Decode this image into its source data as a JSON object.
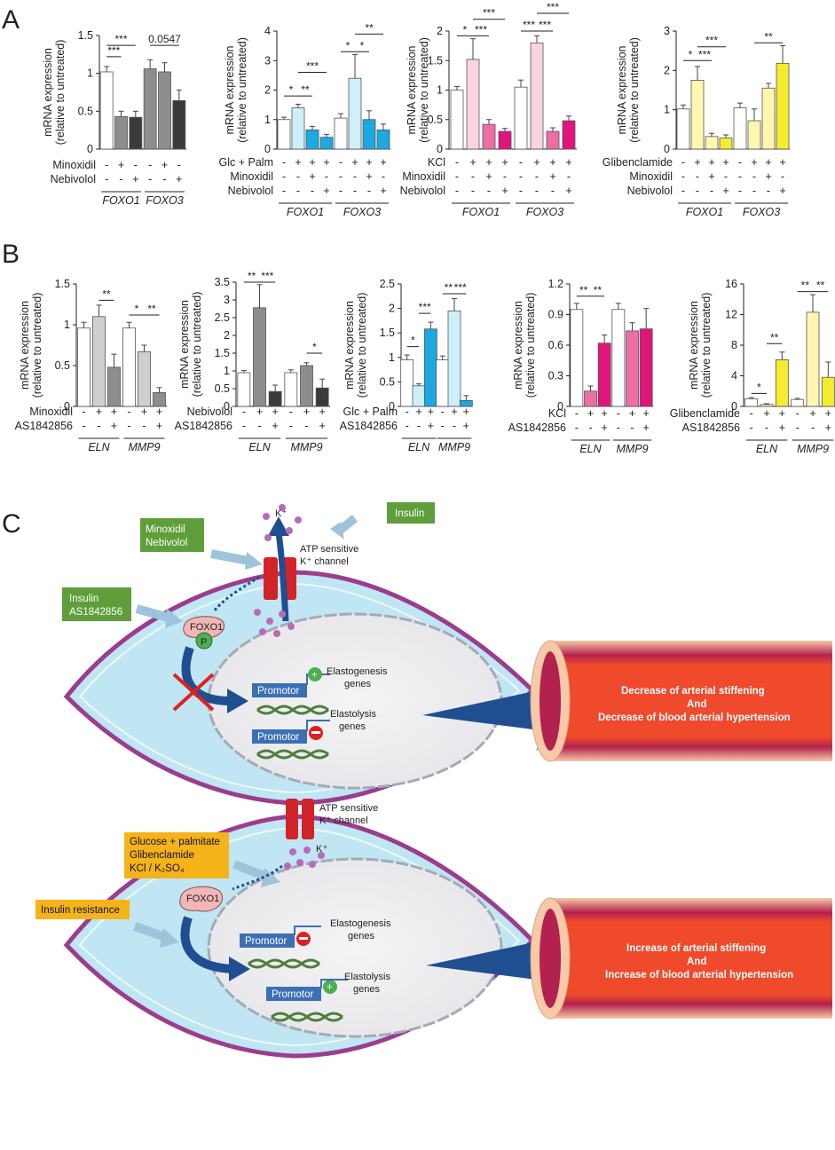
{
  "panel_letters": {
    "a": "A",
    "b": "B",
    "c": "C"
  },
  "ylabel_line1": "mRNA expression",
  "ylabel_line2": "(relative  to untreated)",
  "colors": {
    "white": "#ffffff",
    "lightgray": "#cfcfcf",
    "gray": "#8d8d8d",
    "darkgray": "#3a3a3a",
    "lightblue": "#cdeffa",
    "blue": "#1aa9e0",
    "lightpink": "#f8d3e0",
    "pink": "#ec6fa4",
    "magenta": "#e0157c",
    "lightyellow": "#fff6b0",
    "yellow": "#f5ec2f",
    "cell": "#bfe6f2",
    "membrane": "#9b3d8e",
    "arrow": "#1f4f91",
    "channel": "#d0232a",
    "green_box": "#5f9e3a",
    "orange_box": "#f5b31a",
    "artery": "#e83a27"
  },
  "chart_data": [
    {
      "type": "bar",
      "panel": "A1",
      "ylim": [
        0,
        1.5
      ],
      "yticks": [
        "0",
        "0.5",
        "1",
        "1.5"
      ],
      "treat_rows": [
        {
          "label": "Minoxidil",
          "marks": [
            "-",
            "+",
            "-",
            "-",
            "+",
            "-"
          ]
        },
        {
          "label": "Nebivolol",
          "marks": [
            "-",
            "-",
            "+",
            "-",
            "-",
            "+"
          ]
        }
      ],
      "groups": [
        {
          "label": "FOXO1",
          "bars": [
            0,
            1,
            2
          ]
        },
        {
          "label": "FOXO3",
          "bars": [
            3,
            4,
            5
          ]
        }
      ],
      "values": [
        1.02,
        0.43,
        0.42,
        1.06,
        1.02,
        0.64
      ],
      "errors": [
        0.07,
        0.07,
        0.08,
        0.12,
        0.12,
        0.14
      ],
      "colors": [
        "white",
        "gray",
        "darkgray",
        "gray",
        "gray",
        "darkgray"
      ],
      "sig": [
        {
          "from": 0,
          "to": 1,
          "level": 1.22,
          "text": "***"
        },
        {
          "from": 0,
          "to": 2,
          "level": 1.37,
          "text": "***"
        },
        {
          "from": 3,
          "to": 5,
          "level": 1.37,
          "text": "0.0547"
        }
      ]
    },
    {
      "type": "bar",
      "panel": "A2",
      "ylim": [
        0,
        4
      ],
      "yticks": [
        "0",
        "1",
        "2",
        "3",
        "4"
      ],
      "treat_rows": [
        {
          "label": "Glc + Palm",
          "marks": [
            "-",
            "+",
            "+",
            "+",
            "-",
            "+",
            "+",
            "+"
          ]
        },
        {
          "label": "Minoxidil",
          "marks": [
            "-",
            "-",
            "+",
            "-",
            "-",
            "-",
            "+",
            "-"
          ]
        },
        {
          "label": "Nebivolol",
          "marks": [
            "-",
            "-",
            "-",
            "+",
            "-",
            "-",
            "-",
            "+"
          ]
        }
      ],
      "groups": [
        {
          "label": "FOXO1",
          "bars": [
            0,
            1,
            2,
            3
          ]
        },
        {
          "label": "FOXO3",
          "bars": [
            4,
            5,
            6,
            7
          ]
        }
      ],
      "values": [
        1.0,
        1.4,
        0.65,
        0.4,
        1.05,
        2.4,
        1.0,
        0.65
      ],
      "errors": [
        0.08,
        0.12,
        0.12,
        0.1,
        0.15,
        0.8,
        0.3,
        0.2
      ],
      "colors": [
        "white",
        "lightblue",
        "blue",
        "blue",
        "white",
        "lightblue",
        "blue",
        "blue"
      ],
      "sig": [
        {
          "from": 0,
          "to": 1,
          "level": 1.8,
          "text": "*"
        },
        {
          "from": 1,
          "to": 2,
          "level": 1.8,
          "text": "**"
        },
        {
          "from": 1,
          "to": 3,
          "level": 2.6,
          "text": "***"
        },
        {
          "from": 4,
          "to": 5,
          "level": 3.3,
          "text": "*"
        },
        {
          "from": 5,
          "to": 6,
          "level": 3.3,
          "text": "*"
        },
        {
          "from": 5,
          "to": 7,
          "level": 3.9,
          "text": "**"
        }
      ]
    },
    {
      "type": "bar",
      "panel": "A3",
      "ylim": [
        0,
        2
      ],
      "yticks": [
        "0",
        "0.5",
        "1",
        "1.5",
        "2"
      ],
      "treat_rows": [
        {
          "label": "KCl",
          "marks": [
            "-",
            "+",
            "+",
            "+",
            "-",
            "+",
            "+",
            "+"
          ]
        },
        {
          "label": "Minoxidil",
          "marks": [
            "-",
            "-",
            "+",
            "-",
            "-",
            "-",
            "+",
            "-"
          ]
        },
        {
          "label": "Nebivolol",
          "marks": [
            "-",
            "-",
            "-",
            "+",
            "-",
            "-",
            "-",
            "+"
          ]
        }
      ],
      "groups": [
        {
          "label": "FOXO1",
          "bars": [
            0,
            1,
            2,
            3
          ]
        },
        {
          "label": "FOXO3",
          "bars": [
            4,
            5,
            6,
            7
          ]
        }
      ],
      "values": [
        1.0,
        1.52,
        0.42,
        0.3,
        1.05,
        1.8,
        0.3,
        0.48
      ],
      "errors": [
        0.06,
        0.35,
        0.08,
        0.05,
        0.12,
        0.12,
        0.06,
        0.08
      ],
      "colors": [
        "white",
        "lightpink",
        "pink",
        "magenta",
        "white",
        "lightpink",
        "pink",
        "magenta"
      ],
      "sig": [
        {
          "from": 0,
          "to": 1,
          "level": 1.92,
          "text": "*"
        },
        {
          "from": 1,
          "to": 2,
          "level": 1.92,
          "text": "***"
        },
        {
          "from": 1,
          "to": 3,
          "level": 2.2,
          "text": "***"
        },
        {
          "from": 4,
          "to": 5,
          "level": 2.0,
          "text": "***"
        },
        {
          "from": 5,
          "to": 6,
          "level": 2.0,
          "text": "***"
        },
        {
          "from": 5,
          "to": 7,
          "level": 2.3,
          "text": "***"
        }
      ]
    },
    {
      "type": "bar",
      "panel": "A4",
      "ylim": [
        0,
        3
      ],
      "yticks": [
        "0",
        "1",
        "2",
        "3"
      ],
      "treat_rows": [
        {
          "label": "Glibenclamide",
          "marks": [
            "-",
            "+",
            "+",
            "+",
            "-",
            "+",
            "+",
            "+"
          ]
        },
        {
          "label": "Minoxidil",
          "marks": [
            "-",
            "-",
            "+",
            "-",
            "-",
            "-",
            "+",
            "-"
          ]
        },
        {
          "label": "Nebivolol",
          "marks": [
            "-",
            "-",
            "-",
            "+",
            "-",
            "-",
            "-",
            "+"
          ]
        }
      ],
      "groups": [
        {
          "label": "FOXO1",
          "bars": [
            0,
            1,
            2,
            3
          ]
        },
        {
          "label": "FOXO3",
          "bars": [
            4,
            5,
            6,
            7
          ]
        }
      ],
      "values": [
        1.02,
        1.75,
        0.32,
        0.28,
        1.05,
        0.72,
        1.55,
        2.18
      ],
      "errors": [
        0.1,
        0.35,
        0.08,
        0.08,
        0.12,
        0.3,
        0.12,
        0.45
      ],
      "colors": [
        "white",
        "lightyellow",
        "lightyellow",
        "yellow",
        "white",
        "lightyellow",
        "lightyellow",
        "yellow"
      ],
      "sig": [
        {
          "from": 0,
          "to": 1,
          "level": 2.25,
          "text": "*"
        },
        {
          "from": 1,
          "to": 2,
          "level": 2.25,
          "text": "***"
        },
        {
          "from": 1,
          "to": 3,
          "level": 2.6,
          "text": "***"
        },
        {
          "from": 5,
          "to": 7,
          "level": 2.7,
          "text": "**"
        }
      ]
    },
    {
      "type": "bar",
      "panel": "B1",
      "ylim": [
        0,
        1.5
      ],
      "yticks": [
        "0",
        "0.5",
        "1",
        "1.5"
      ],
      "treat_rows": [
        {
          "label": "Minoxidil",
          "marks": [
            "-",
            "+",
            "+",
            "-",
            "+",
            "+"
          ]
        },
        {
          "label": "AS1842856",
          "marks": [
            "-",
            "-",
            "+",
            "-",
            "-",
            "+"
          ]
        }
      ],
      "groups": [
        {
          "label": "ELN",
          "bars": [
            0,
            1,
            2
          ]
        },
        {
          "label": "MMP9",
          "bars": [
            3,
            4,
            5
          ]
        }
      ],
      "values": [
        0.96,
        1.1,
        0.48,
        0.96,
        0.67,
        0.17
      ],
      "errors": [
        0.07,
        0.14,
        0.16,
        0.07,
        0.08,
        0.06
      ],
      "colors": [
        "white",
        "lightgray",
        "gray",
        "white",
        "lightgray",
        "gray"
      ],
      "sig": [
        {
          "from": 1,
          "to": 2,
          "level": 1.3,
          "text": "**"
        },
        {
          "from": 3,
          "to": 4,
          "level": 1.12,
          "text": "*"
        },
        {
          "from": 4,
          "to": 5,
          "level": 1.12,
          "text": "**"
        }
      ]
    },
    {
      "type": "bar",
      "panel": "B2",
      "ylim": [
        0,
        3.5
      ],
      "yticks": [
        "0",
        "0.5",
        "1",
        "1.5",
        "2",
        "2.5",
        "3",
        "3.5"
      ],
      "treat_rows": [
        {
          "label": "Nebivolol",
          "marks": [
            "-",
            "+",
            "+",
            "-",
            "+",
            "+"
          ]
        },
        {
          "label": "AS1842856",
          "marks": [
            "-",
            "-",
            "+",
            "-",
            "-",
            "+"
          ]
        }
      ],
      "groups": [
        {
          "label": "ELN",
          "bars": [
            0,
            1,
            2
          ]
        },
        {
          "label": "MMP9",
          "bars": [
            3,
            4,
            5
          ]
        }
      ],
      "values": [
        0.95,
        2.78,
        0.42,
        0.95,
        1.15,
        0.52
      ],
      "errors": [
        0.06,
        0.65,
        0.18,
        0.08,
        0.08,
        0.25
      ],
      "colors": [
        "white",
        "gray",
        "darkgray",
        "white",
        "gray",
        "darkgray"
      ],
      "sig": [
        {
          "from": 0,
          "to": 1,
          "level": 3.5,
          "text": "**"
        },
        {
          "from": 1,
          "to": 2,
          "level": 3.5,
          "text": "***"
        },
        {
          "from": 4,
          "to": 5,
          "level": 1.5,
          "text": "*"
        }
      ]
    },
    {
      "type": "bar",
      "panel": "B3",
      "ylim": [
        0,
        2.5
      ],
      "yticks": [
        "0",
        "0.5",
        "1",
        "1.5",
        "2",
        "2.5"
      ],
      "treat_rows": [
        {
          "label": "Glc + Palm",
          "marks": [
            "-",
            "+",
            "+",
            "-",
            "+",
            "+"
          ]
        },
        {
          "label": "AS1842856",
          "marks": [
            "-",
            "-",
            "+",
            "-",
            "-",
            "+"
          ]
        }
      ],
      "groups": [
        {
          "label": "ELN",
          "bars": [
            0,
            1,
            2
          ]
        },
        {
          "label": "MMP9",
          "bars": [
            3,
            4,
            5
          ]
        }
      ],
      "values": [
        0.95,
        0.42,
        1.58,
        0.95,
        1.95,
        0.12
      ],
      "errors": [
        0.1,
        0.04,
        0.14,
        0.08,
        0.25,
        0.1
      ],
      "colors": [
        "white",
        "lightblue",
        "blue",
        "white",
        "lightblue",
        "blue"
      ],
      "sig": [
        {
          "from": 0,
          "to": 1,
          "level": 1.22,
          "text": "*"
        },
        {
          "from": 1,
          "to": 2,
          "level": 1.9,
          "text": "***"
        },
        {
          "from": 3,
          "to": 4,
          "level": 2.3,
          "text": "**"
        },
        {
          "from": 4,
          "to": 5,
          "level": 2.3,
          "text": "***"
        }
      ]
    },
    {
      "type": "bar",
      "panel": "B4",
      "ylim": [
        0,
        1.2
      ],
      "yticks": [
        "0",
        "0.3",
        "0.6",
        "0.9",
        "1.2"
      ],
      "treat_rows": [
        {
          "label": "KCl",
          "marks": [
            "-",
            "+",
            "+",
            "-",
            "+",
            "+"
          ]
        },
        {
          "label": "AS1842856",
          "marks": [
            "-",
            "-",
            "+",
            "-",
            "-",
            "+"
          ]
        }
      ],
      "groups": [
        {
          "label": "ELN",
          "bars": [
            0,
            1,
            2
          ]
        },
        {
          "label": "MMP9",
          "bars": [
            3,
            4,
            5
          ]
        }
      ],
      "values": [
        0.95,
        0.15,
        0.62,
        0.95,
        0.74,
        0.76
      ],
      "errors": [
        0.06,
        0.05,
        0.08,
        0.06,
        0.08,
        0.2
      ],
      "colors": [
        "white",
        "pink",
        "magenta",
        "white",
        "pink",
        "magenta"
      ],
      "sig": [
        {
          "from": 0,
          "to": 1,
          "level": 1.08,
          "text": "**"
        },
        {
          "from": 1,
          "to": 2,
          "level": 1.08,
          "text": "**"
        }
      ]
    },
    {
      "type": "bar",
      "panel": "B5",
      "ylim": [
        0,
        16
      ],
      "yticks": [
        "0",
        "4",
        "8",
        "12",
        "16"
      ],
      "treat_rows": [
        {
          "label": "Glibenclamide",
          "marks": [
            "-",
            "+",
            "+",
            "-",
            "+",
            "+"
          ]
        },
        {
          "label": "AS1842856",
          "marks": [
            "-",
            "-",
            "+",
            "-",
            "-",
            "+"
          ]
        }
      ],
      "groups": [
        {
          "label": "ELN",
          "bars": [
            0,
            1,
            2
          ]
        },
        {
          "label": "MMP9",
          "bars": [
            3,
            4,
            5
          ]
        }
      ],
      "values": [
        1.0,
        0.25,
        6.1,
        0.9,
        12.3,
        3.8
      ],
      "errors": [
        0.15,
        0.1,
        1.0,
        0.15,
        2.3,
        2.0
      ],
      "colors": [
        "white",
        "lightyellow",
        "yellow",
        "white",
        "lightyellow",
        "yellow"
      ],
      "sig": [
        {
          "from": 0,
          "to": 1,
          "level": 1.7,
          "text": "*"
        },
        {
          "from": 1,
          "to": 2,
          "level": 8.2,
          "text": "**"
        },
        {
          "from": 3,
          "to": 4,
          "level": 15.0,
          "text": "**"
        },
        {
          "from": 4,
          "to": 5,
          "level": 15.0,
          "text": "**"
        }
      ]
    }
  ],
  "diagram": {
    "top": {
      "box_minoxidil_line1": "Minoxidil",
      "box_minoxidil_line2": "Nebivolol",
      "box_insulin_top": "Insulin",
      "box_insulin_as_line1": "Insulin",
      "box_insulin_as_line2": "AS1842856",
      "k_label": "K⁺",
      "channel_line1": "ATP sensitive",
      "channel_line2": "K⁺ channel",
      "foxo1": "FOXO1",
      "phospho": "P",
      "promotor": "Promotor",
      "elastogenesis_line1": "Elastogenesis",
      "elastogenesis_line2": "genes",
      "elastolysis_line1": "Elastolysis",
      "elastolysis_line2": "genes",
      "artery_line1": "Decrease of arterial stiffening",
      "artery_line2": "And",
      "artery_line3": "Decrease of blood arterial hypertension"
    },
    "bottom": {
      "box_glucose_line1": "Glucose + palmitate",
      "box_glucose_line2": "Glibenclamide",
      "box_glucose_line3": "KCl / K₂SO₄",
      "box_insulin_res": "Insulin resistance",
      "k_label": "K⁺",
      "channel_line1": "ATP sensitive",
      "channel_line2": "K⁺ channel",
      "foxo1": "FOXO1",
      "promotor": "Promotor",
      "elastogenesis_line1": "Elastogenesis",
      "elastogenesis_line2": "genes",
      "elastolysis_line1": "Elastolysis",
      "elastolysis_line2": "genes",
      "artery_line1": "Increase of arterial stiffening",
      "artery_line2": "And",
      "artery_line3": "Increase of blood arterial hypertension"
    }
  }
}
